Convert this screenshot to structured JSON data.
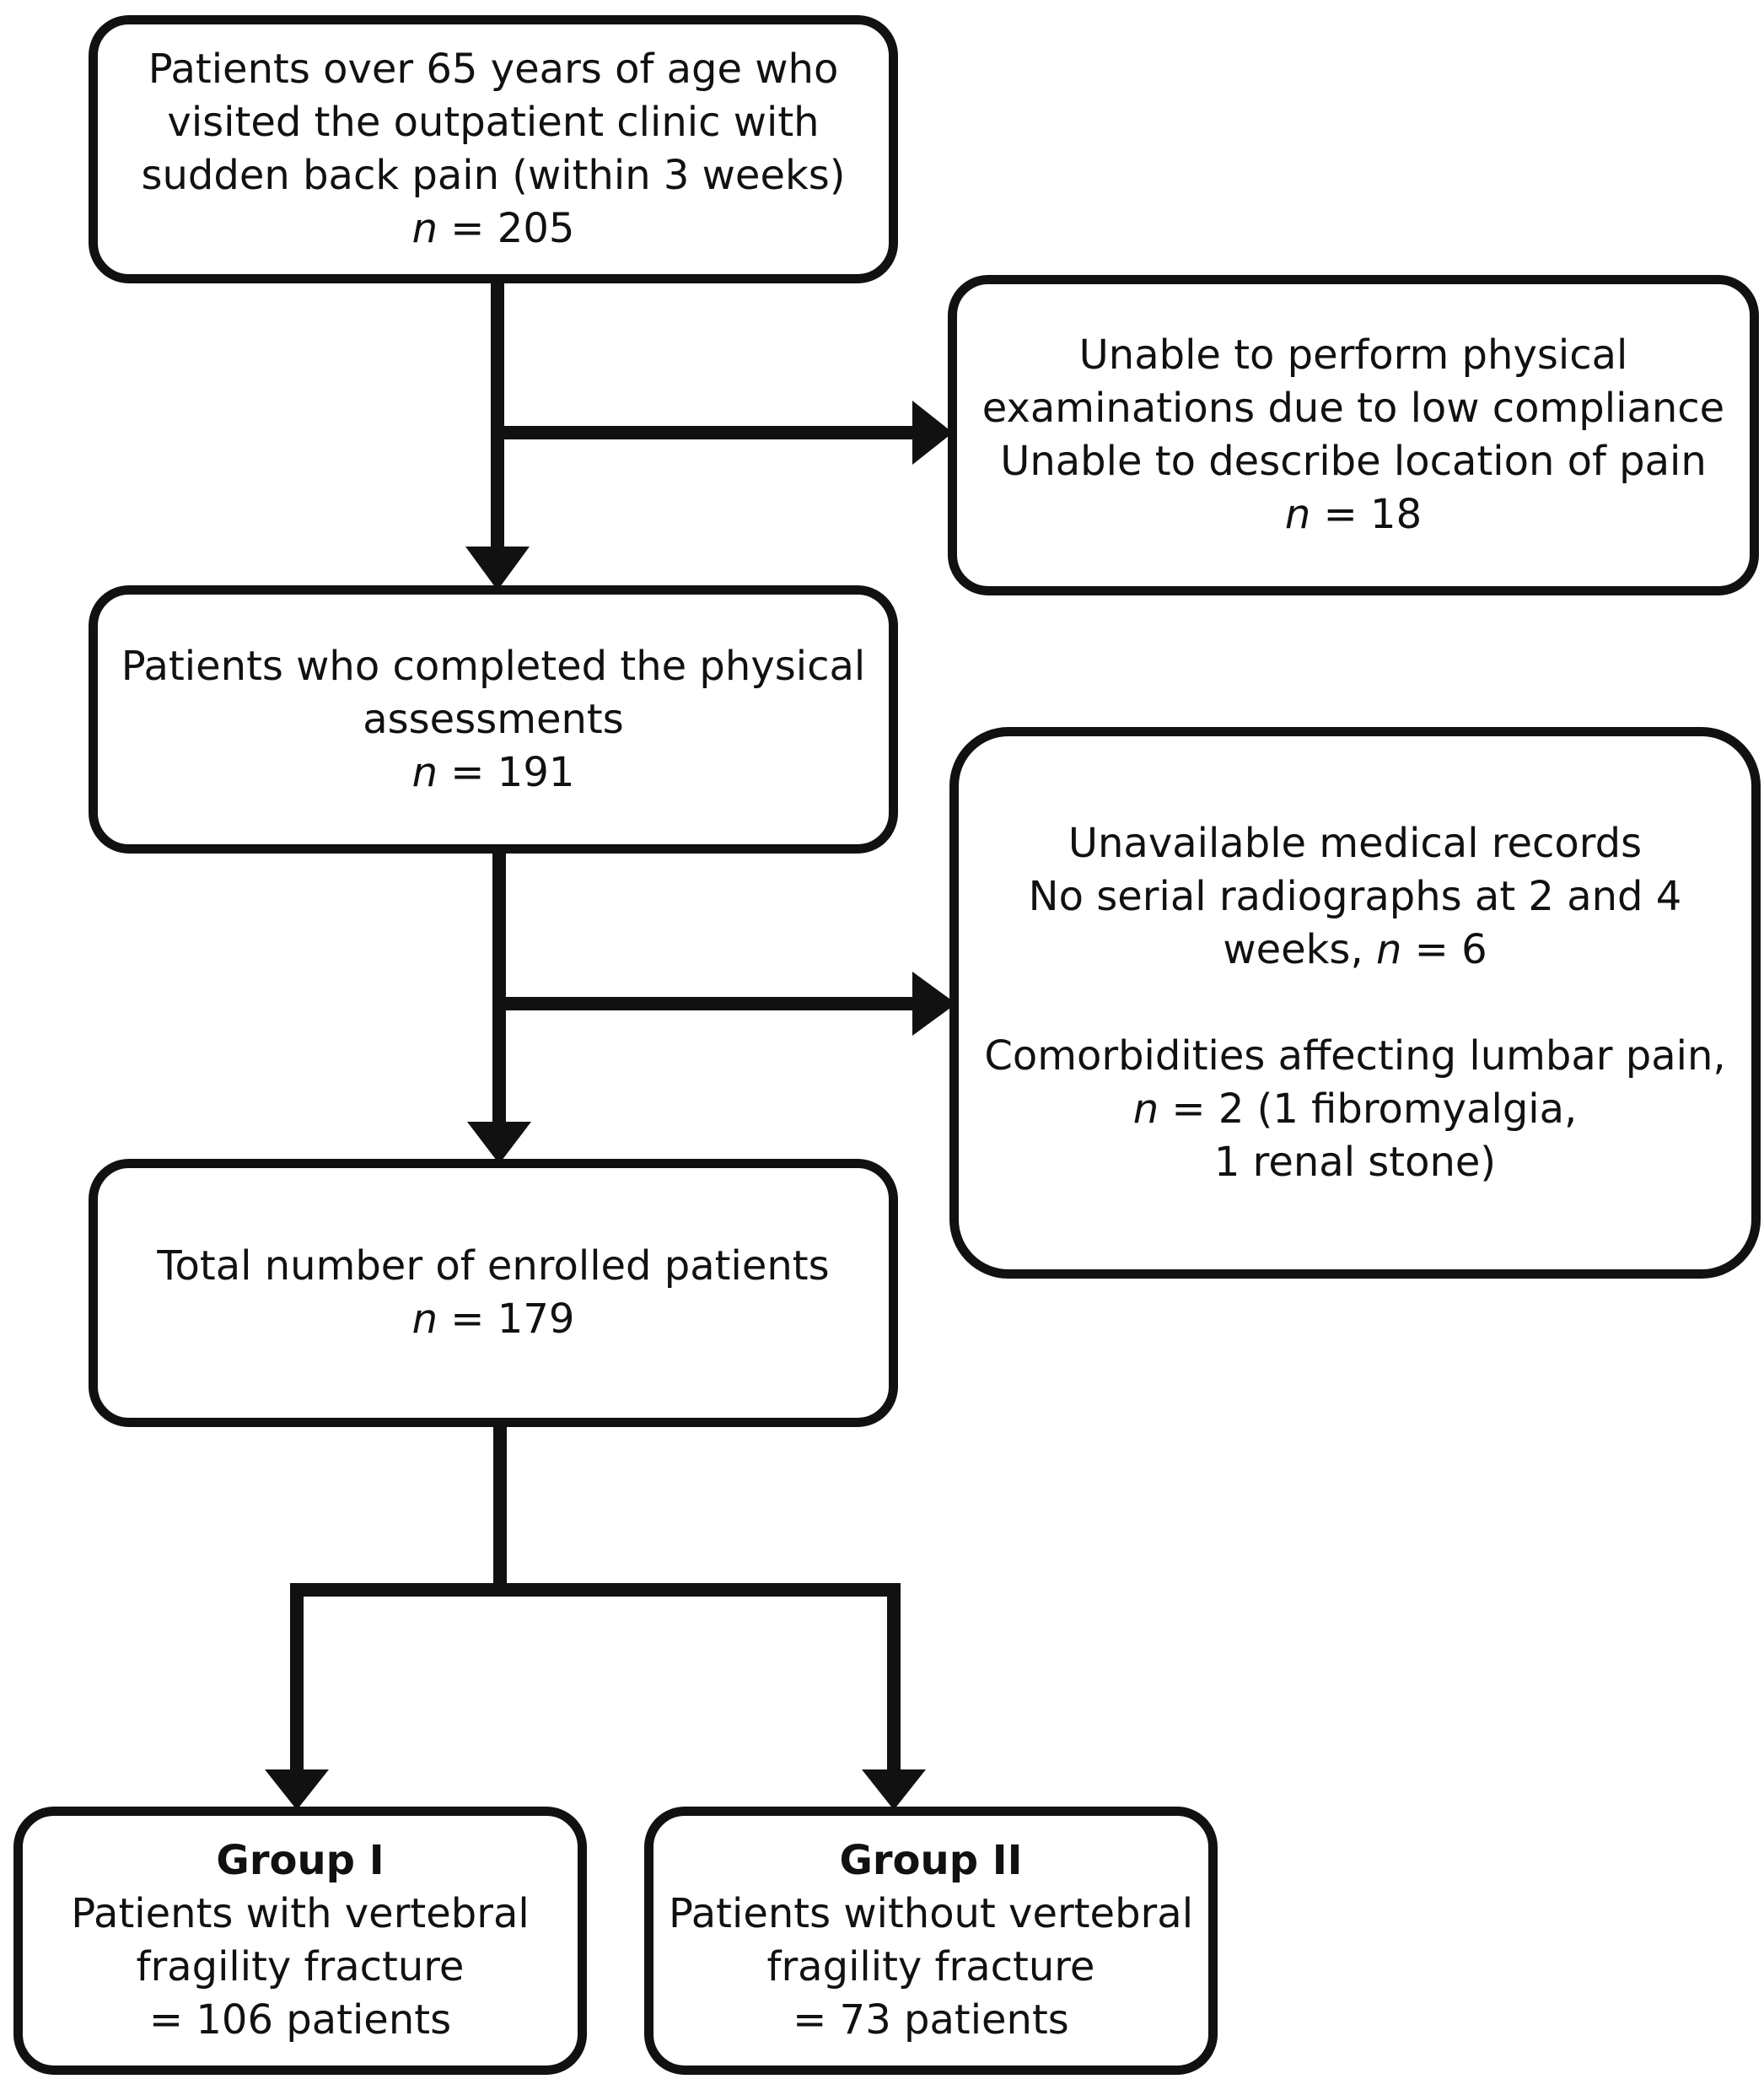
{
  "boxes": {
    "screened": {
      "lines": [
        "Patients over 65 years of age who",
        "visited the outpatient clinic with",
        "sudden back pain (within 3 weeks)"
      ],
      "n_label": "n",
      "n_value": "= 205"
    },
    "excluded_1": {
      "lines": [
        "Unable to perform physical",
        "examinations due to low compliance",
        "Unable to describe location of pain"
      ],
      "n_label": "n",
      "n_value": "= 18"
    },
    "assessed": {
      "lines": [
        "Patients who completed the physical",
        "assessments"
      ],
      "n_label": "n",
      "n_value": "= 191"
    },
    "excluded_2": {
      "line1": "Unavailable medical records",
      "line2": "No serial radiographs at 2 and 4",
      "line3_prefix": "weeks,",
      "line3_n": "n",
      "line3_value": "= 6",
      "line4": "Comorbidities affecting lumbar pain,",
      "line5_n": "n",
      "line5_value": "= 2 (1 fibromyalgia,",
      "line6": "1 renal stone)"
    },
    "enrolled": {
      "lines": [
        "Total number of enrolled patients"
      ],
      "n_label": "n",
      "n_value": "= 179"
    },
    "group1": {
      "title": "Group I",
      "lines": [
        "Patients with vertebral",
        "fragility fracture",
        "= 106 patients"
      ]
    },
    "group2": {
      "title": "Group II",
      "lines": [
        "Patients without vertebral",
        "fragility fracture",
        "= 73 patients"
      ]
    }
  }
}
